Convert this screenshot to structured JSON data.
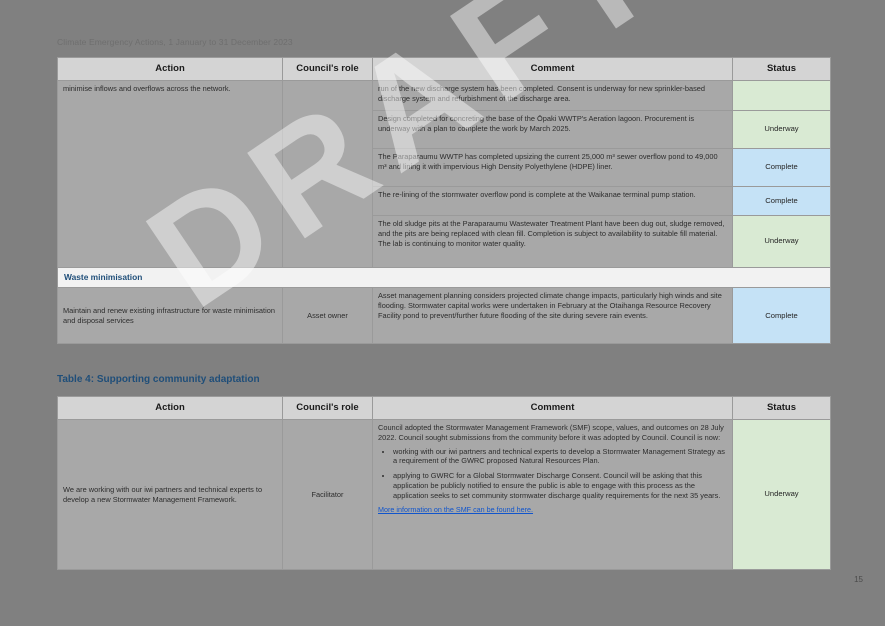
{
  "document": {
    "header": "Climate Emergency Actions, 1 January to 31 December 2023",
    "watermark": "DRAFT",
    "page_number": "15",
    "background_color": "#808080",
    "accent_color": "#1f4e79",
    "link_color": "#1155cc",
    "status_colors": {
      "underway": "#d9ead3",
      "complete": "#c5e2f6"
    }
  },
  "table3": {
    "columns": [
      "Action",
      "Council's role",
      "Comment",
      "Status"
    ],
    "rows": [
      {
        "action": "minimise inflows and overflows across the network.",
        "role": "",
        "comment": "run of the new discharge system has been completed. Consent is underway for new sprinkler-based discharge system and refurbishment of the discharge area.",
        "status": "",
        "status_class": "st-blank"
      },
      {
        "action": "",
        "role": "",
        "comment": "Design completed for concreting the base of the Ōpaki WWTP's Aeration lagoon. Procurement is underway with a plan to complete the work by March 2025.",
        "status": "Underway",
        "status_class": "st-underway"
      },
      {
        "action": "",
        "role": "",
        "comment": "The Paraparaumu WWTP has completed upsizing the current 25,000 m³ sewer overflow pond to 49,000 m³ and lining it with impervious High Density Polyethylene (HDPE) liner.",
        "status": "Complete",
        "status_class": "st-complete"
      },
      {
        "action": "",
        "role": "",
        "comment": "The re-lining of the stormwater overflow pond is complete at the Waikanae terminal pump station.",
        "status": "Complete",
        "status_class": "st-complete"
      },
      {
        "action": "",
        "role": "",
        "comment": "The old sludge pits at the Paraparaumu Wastewater Treatment Plant have been dug out, sludge removed, and the pits are being replaced with clean fill. Completion is subject to availability to suitable fill material. The lab is continuing to monitor water quality.",
        "status": "Underway",
        "status_class": "st-underway"
      }
    ],
    "section_heading": "Waste minimisation",
    "section_rows": [
      {
        "action": "Maintain and renew existing infrastructure for waste minimisation and disposal services",
        "role": "Asset owner",
        "comment": "Asset management planning considers projected climate change impacts, particularly high winds and site flooding.  Stormwater capital works were undertaken in February at the Otaihanga Resource Recovery Facility pond to prevent/further future flooding of the site during severe rain events.",
        "status": "Complete",
        "status_class": "st-complete"
      }
    ]
  },
  "table4": {
    "caption": "Table 4: Supporting community adaptation",
    "columns": [
      "Action",
      "Council's role",
      "Comment",
      "Status"
    ],
    "rows": [
      {
        "action": "We are working with our iwi partners and technical experts to develop a new Stormwater Management Framework.",
        "role": "Facilitator",
        "comment_intro": "Council adopted the Stormwater Management Framework (SMF) scope, values, and outcomes on 28 July 2022. Council sought submissions from the community before it was adopted by Council. Council is now:",
        "comment_bullets": [
          "working with our iwi partners and technical experts to develop a Stormwater Management Strategy as a requirement of the GWRC proposed Natural Resources Plan.",
          "applying to GWRC for a Global Stormwater Discharge Consent. Council will be asking that this application be publicly notified to ensure the public is able to engage with this process as the application seeks to set community stormwater discharge quality requirements for the next 35 years."
        ],
        "comment_link": "More information on the SMF can be found here.",
        "status": "Underway",
        "status_class": "st-underway"
      }
    ]
  }
}
